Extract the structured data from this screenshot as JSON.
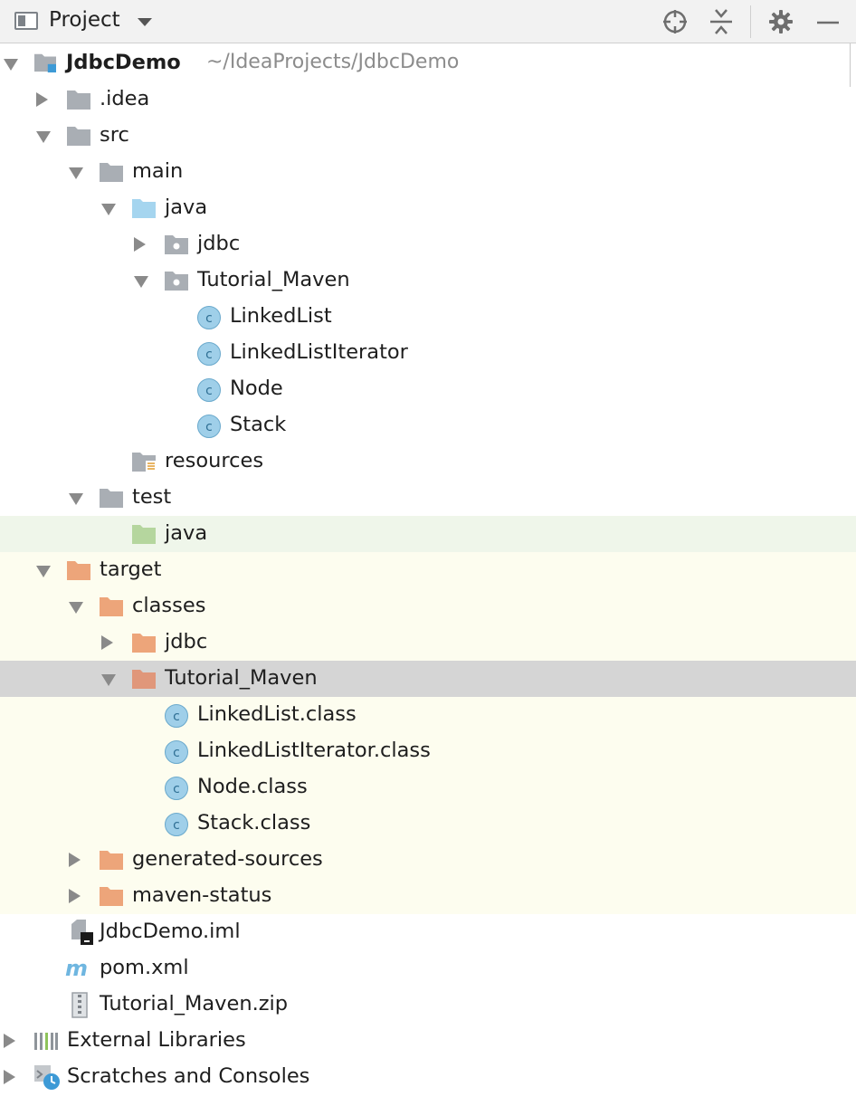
{
  "toolbar": {
    "title": "Project",
    "icons": [
      "view-icon",
      "chevron-down-icon",
      "target-icon",
      "collapse-all-icon",
      "gear-icon",
      "minimize-icon"
    ]
  },
  "colors": {
    "folder_gray": "#a9aeb4",
    "folder_source": "#a5d5ef",
    "folder_test": "#b5d69e",
    "folder_excluded": "#eda57a",
    "selection": "#d5d5d5",
    "excluded_bg": "#fdfdef",
    "test_bg": "#eff6ea"
  },
  "tree": {
    "root": {
      "label": "JdbcDemo",
      "path": "~/IdeaProjects/JdbcDemo"
    },
    "nodes": [
      {
        "label": ".idea"
      },
      {
        "label": "src"
      },
      {
        "label": "main"
      },
      {
        "label": "java"
      },
      {
        "label": "jdbc"
      },
      {
        "label": "Tutorial_Maven"
      },
      {
        "label": "LinkedList"
      },
      {
        "label": "LinkedListIterator"
      },
      {
        "label": "Node"
      },
      {
        "label": "Stack"
      },
      {
        "label": "resources"
      },
      {
        "label": "test"
      },
      {
        "label": "java"
      },
      {
        "label": "target"
      },
      {
        "label": "classes"
      },
      {
        "label": "jdbc"
      },
      {
        "label": "Tutorial_Maven"
      },
      {
        "label": "LinkedList.class"
      },
      {
        "label": "LinkedListIterator.class"
      },
      {
        "label": "Node.class"
      },
      {
        "label": "Stack.class"
      },
      {
        "label": "generated-sources"
      },
      {
        "label": "maven-status"
      },
      {
        "label": "JdbcDemo.iml"
      },
      {
        "label": "pom.xml"
      },
      {
        "label": "Tutorial_Maven.zip"
      },
      {
        "label": "External Libraries"
      },
      {
        "label": "Scratches and Consoles"
      }
    ]
  }
}
